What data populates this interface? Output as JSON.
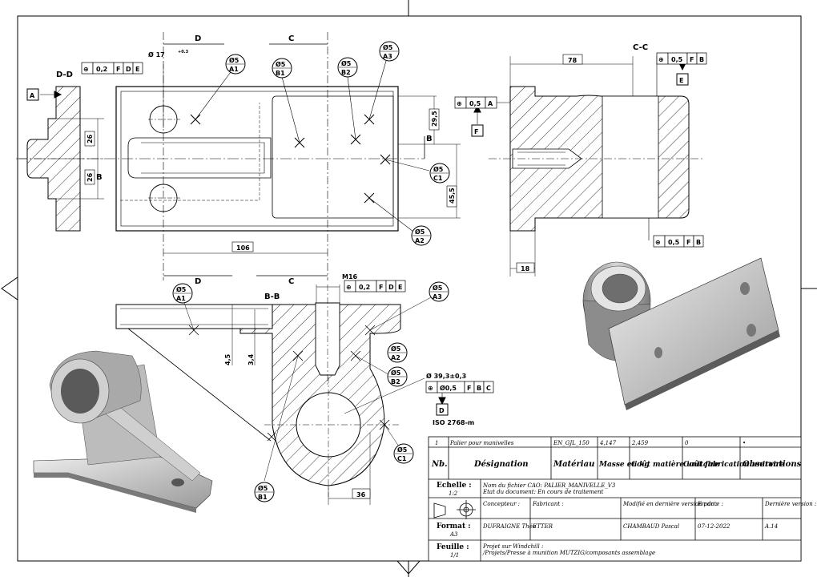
{
  "sections": {
    "dd_title": "D-D",
    "cc_title": "C-C",
    "bb_title": "B-B",
    "cut_d": "D",
    "cut_c": "C",
    "cut_b": "B"
  },
  "datums": {
    "a": "A",
    "b": "B",
    "d": "D",
    "e": "E",
    "f": "F"
  },
  "callouts": [
    {
      "top": "Ø5",
      "bottom": "A1"
    },
    {
      "top": "Ø5",
      "bottom": "B1"
    },
    {
      "top": "Ø5",
      "bottom": "B2"
    },
    {
      "top": "Ø5",
      "bottom": "A3"
    },
    {
      "top": "Ø5",
      "bottom": "C1"
    },
    {
      "top": "Ø5",
      "bottom": "A2"
    }
  ],
  "dimensions": {
    "hole_dia": "Ø 17",
    "hole_tol": "+0.3",
    "d26_top": "26",
    "d26_bot": "26",
    "d29_5": "29,5",
    "d45_5": "45,5",
    "d106": "106",
    "d78": "78",
    "d18": "18",
    "m16": "M16",
    "d4_5": "4,5",
    "d3_4": "3,4",
    "d39": "Ø 39,3±0,3",
    "d36": "36",
    "iso": "ISO 2768-m"
  },
  "frames": {
    "f1": [
      "⊕",
      "0,2",
      "F",
      "D",
      "E"
    ],
    "f2": [
      "⊕",
      "0,5",
      "F",
      "B"
    ],
    "f3": [
      "⊕",
      "0,5",
      "A"
    ],
    "f4": [
      "⊕",
      "0,5",
      "F",
      "B"
    ],
    "f5": [
      "⊕",
      "0,2",
      "F",
      "D",
      "E"
    ],
    "f6": [
      "⊕",
      "Ø0,5",
      "F",
      "B",
      "C"
    ]
  },
  "title_block": {
    "row1": [
      "1",
      "Palier pour manivelles",
      "EN_GJL_150",
      "4,147",
      "2,459",
      "0",
      "•"
    ],
    "headers": [
      "Nb.",
      "Désignation",
      "Matériau",
      "Masse en kg",
      "Coût matière unitaire",
      "Coût fabrication unitaire",
      "Observations"
    ],
    "echelle_label": "Echelle :",
    "echelle_value": "1:2",
    "file_line": "Nom du fichier CAO: PALIER_MANIVELLE_V3",
    "state_line": "Etat du document:  En cours de traitement",
    "concepteur_label": "Concepteur  :",
    "fabricant_label": "Fabricant :",
    "modifie_label": "Modifié en dernière version par :",
    "date_label": "En date :",
    "version_label": "Dernière version :",
    "format_label": "Format :",
    "format_value": "A3",
    "concepteur": "DUFRAIGNE Théo",
    "fabricant": "ETTER",
    "modifie": "CHAMBAUD Pascal",
    "date": "07-12-2022",
    "version": "A.14",
    "feuille_label": "Feuille :",
    "feuille_value": "1/1",
    "projet1": "Projet sur Windchill :",
    "projet2": "/Projets/Presse à munition MUTZIG/composants assemblage"
  },
  "colors": {
    "line": "#000000",
    "metal_light": "#d9d9d9",
    "metal_dark": "#5f5f5f"
  }
}
